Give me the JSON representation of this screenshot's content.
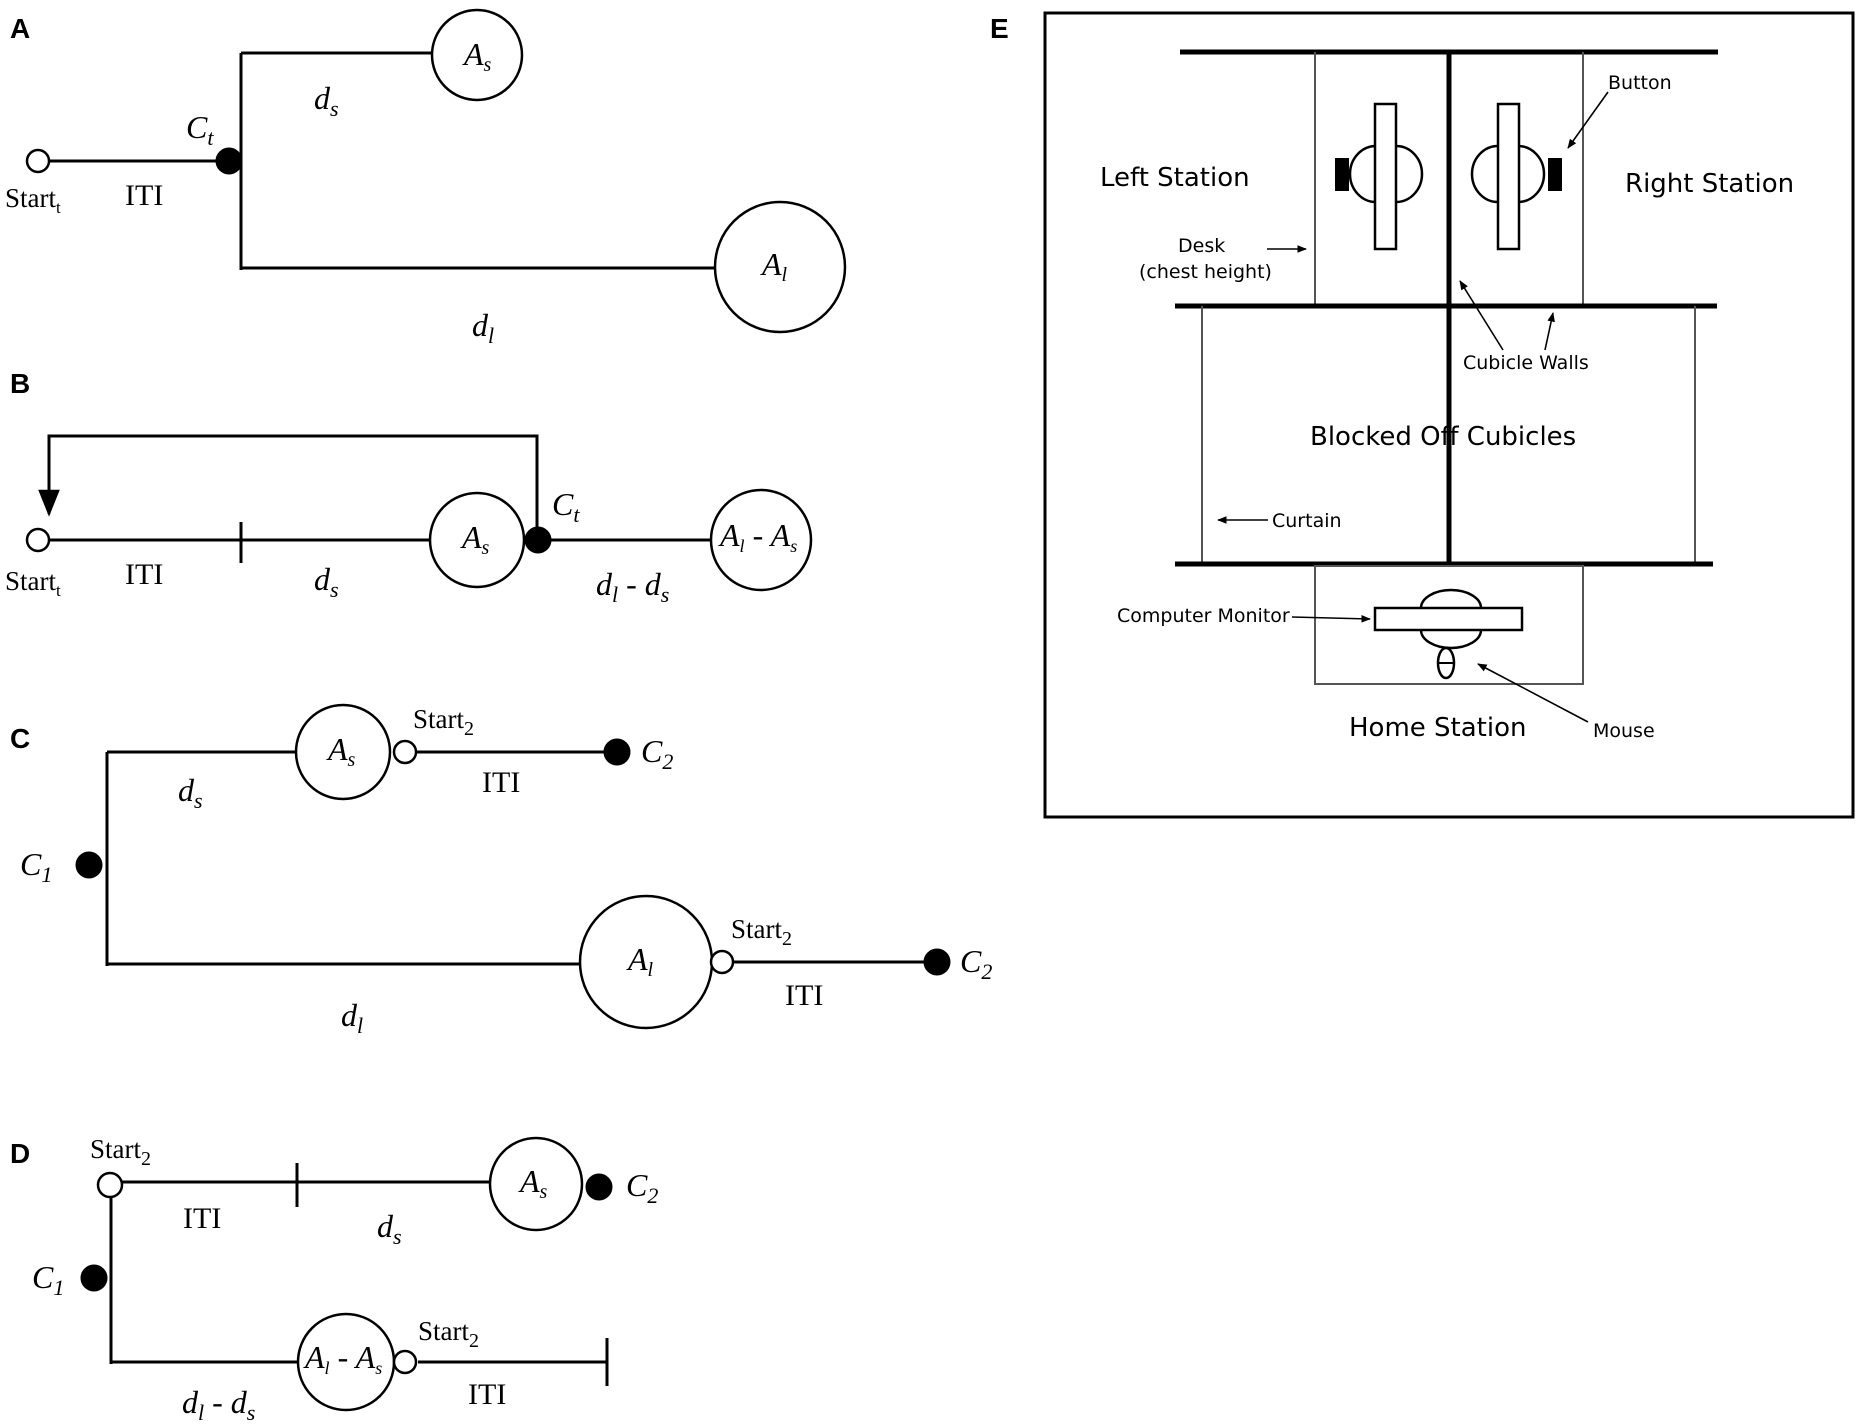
{
  "panels": {
    "a": "A",
    "b": "B",
    "c": "C",
    "d": "D",
    "e": "E"
  },
  "symbols": {
    "start_t": "Start",
    "start_t_sub": "t",
    "start_2": "Start",
    "start_2_sub": "2",
    "iti": "ITI",
    "c_t": "C",
    "c_t_sub": "t",
    "c_1": "C",
    "c_1_sub": "1",
    "c_2": "C",
    "c_2_sub": "2",
    "a_s": "A",
    "a_s_sub": "s",
    "a_l": "A",
    "a_l_sub": "l",
    "d_s": "d",
    "d_s_sub": "s",
    "d_l": "d",
    "d_l_sub": "l",
    "minus": " - "
  },
  "room": {
    "left_station": "Left Station",
    "right_station": "Right Station",
    "button": "Button",
    "desk": "Desk",
    "desk_note": "(chest height)",
    "cubicle_walls": "Cubicle Walls",
    "blocked_off": "Blocked Off Cubicles",
    "curtain": "Curtain",
    "computer_monitor": "Computer Monitor",
    "home_station": "Home Station",
    "mouse": "Mouse"
  }
}
